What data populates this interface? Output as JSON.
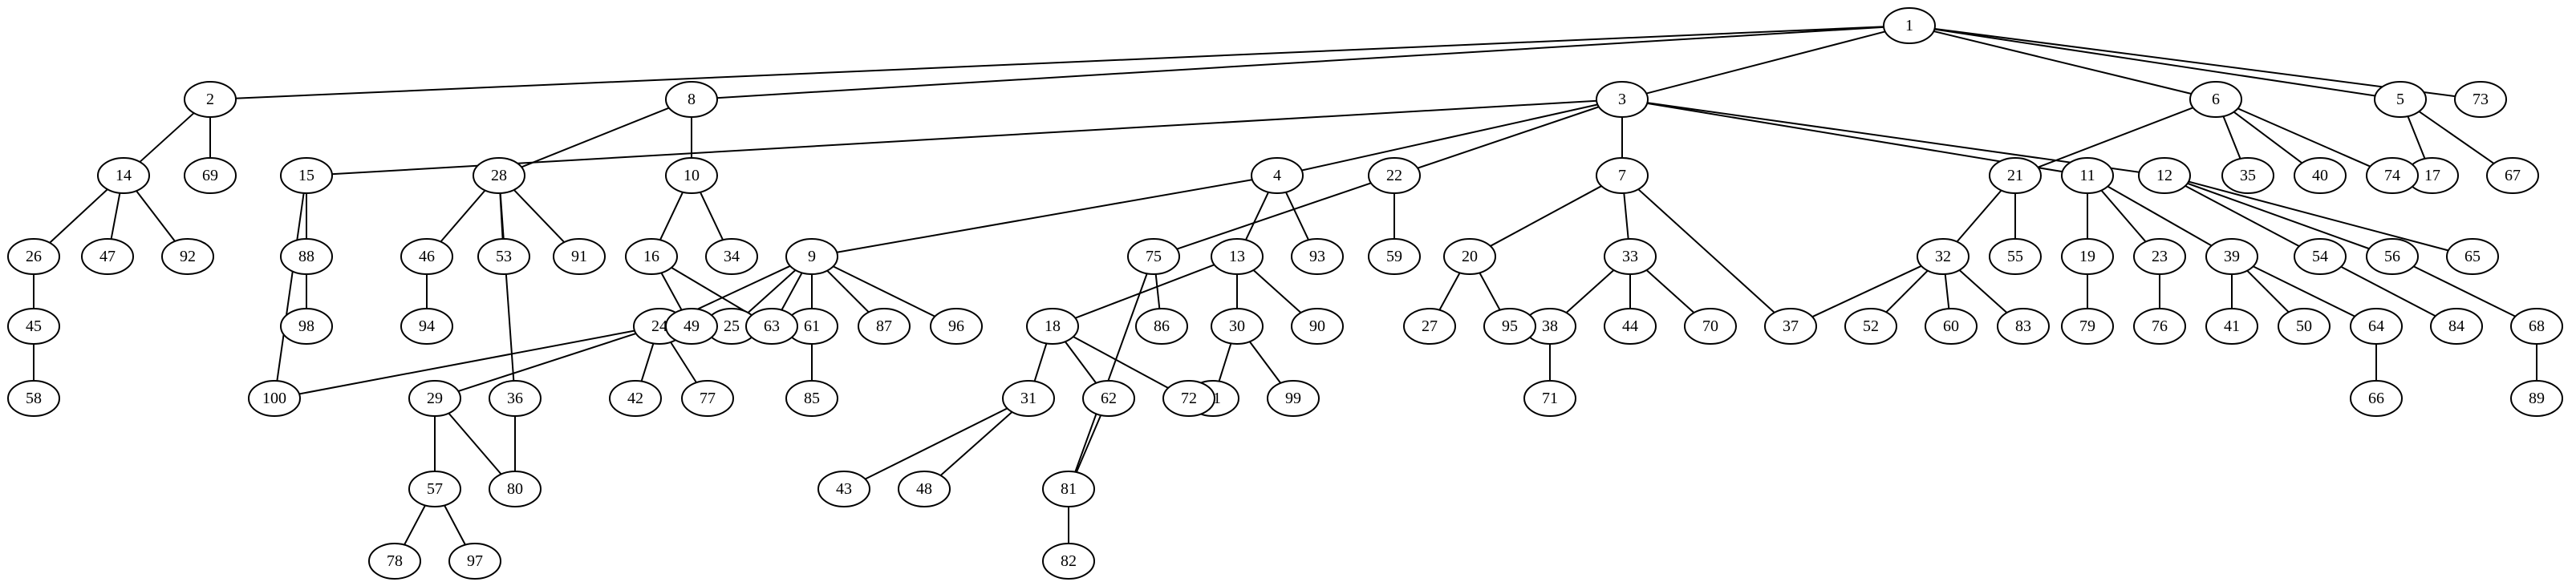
{
  "graph": {
    "nodes": [
      "1",
      "2",
      "3",
      "4",
      "5",
      "6",
      "7",
      "8",
      "9",
      "10",
      "11",
      "12",
      "13",
      "14",
      "15",
      "16",
      "17",
      "18",
      "19",
      "20",
      "21",
      "22",
      "23",
      "24",
      "25",
      "26",
      "27",
      "28",
      "29",
      "30",
      "31",
      "32",
      "33",
      "34",
      "35",
      "36",
      "37",
      "38",
      "39",
      "40",
      "41",
      "42",
      "43",
      "44",
      "45",
      "46",
      "47",
      "48",
      "49",
      "50",
      "51",
      "52",
      "53",
      "54",
      "55",
      "56",
      "57",
      "58",
      "59",
      "60",
      "61",
      "62",
      "63",
      "64",
      "65",
      "66",
      "67",
      "68",
      "69",
      "70",
      "71",
      "72",
      "73",
      "74",
      "75",
      "76",
      "77",
      "78",
      "79",
      "80",
      "81",
      "82",
      "83",
      "84",
      "85",
      "86",
      "87",
      "88",
      "89",
      "90",
      "91",
      "92",
      "93",
      "94",
      "95",
      "96",
      "97",
      "98",
      "99",
      "100"
    ],
    "edges": [
      [
        "1",
        "2"
      ],
      [
        "1",
        "8"
      ],
      [
        "1",
        "3"
      ],
      [
        "1",
        "6"
      ],
      [
        "1",
        "5"
      ],
      [
        "1",
        "73"
      ],
      [
        "2",
        "14"
      ],
      [
        "2",
        "69"
      ],
      [
        "8",
        "28"
      ],
      [
        "8",
        "10"
      ],
      [
        "3",
        "15"
      ],
      [
        "3",
        "4"
      ],
      [
        "3",
        "22"
      ],
      [
        "3",
        "7"
      ],
      [
        "3",
        "11"
      ],
      [
        "3",
        "12"
      ],
      [
        "6",
        "21"
      ],
      [
        "6",
        "35"
      ],
      [
        "6",
        "40"
      ],
      [
        "6",
        "74"
      ],
      [
        "5",
        "17"
      ],
      [
        "5",
        "67"
      ],
      [
        "14",
        "26"
      ],
      [
        "14",
        "47"
      ],
      [
        "14",
        "92"
      ],
      [
        "15",
        "88"
      ],
      [
        "15",
        "100"
      ],
      [
        "28",
        "36"
      ],
      [
        "28",
        "46"
      ],
      [
        "28",
        "53"
      ],
      [
        "28",
        "91"
      ],
      [
        "10",
        "16"
      ],
      [
        "10",
        "34"
      ],
      [
        "4",
        "9"
      ],
      [
        "4",
        "13"
      ],
      [
        "4",
        "93"
      ],
      [
        "22",
        "75"
      ],
      [
        "22",
        "59"
      ],
      [
        "7",
        "20"
      ],
      [
        "7",
        "33"
      ],
      [
        "7",
        "37"
      ],
      [
        "21",
        "32"
      ],
      [
        "21",
        "55"
      ],
      [
        "11",
        "19"
      ],
      [
        "11",
        "23"
      ],
      [
        "11",
        "39"
      ],
      [
        "12",
        "54"
      ],
      [
        "12",
        "56"
      ],
      [
        "12",
        "65"
      ],
      [
        "26",
        "45"
      ],
      [
        "88",
        "98"
      ],
      [
        "46",
        "94"
      ],
      [
        "16",
        "49"
      ],
      [
        "16",
        "63"
      ],
      [
        "9",
        "63"
      ],
      [
        "9",
        "24"
      ],
      [
        "9",
        "25"
      ],
      [
        "9",
        "61"
      ],
      [
        "9",
        "87"
      ],
      [
        "9",
        "96"
      ],
      [
        "75",
        "86"
      ],
      [
        "75",
        "81"
      ],
      [
        "13",
        "18"
      ],
      [
        "13",
        "30"
      ],
      [
        "13",
        "90"
      ],
      [
        "20",
        "27"
      ],
      [
        "20",
        "95"
      ],
      [
        "33",
        "38"
      ],
      [
        "33",
        "44"
      ],
      [
        "33",
        "70"
      ],
      [
        "32",
        "37"
      ],
      [
        "32",
        "52"
      ],
      [
        "32",
        "60"
      ],
      [
        "32",
        "83"
      ],
      [
        "19",
        "79"
      ],
      [
        "23",
        "76"
      ],
      [
        "39",
        "41"
      ],
      [
        "39",
        "50"
      ],
      [
        "39",
        "64"
      ],
      [
        "54",
        "84"
      ],
      [
        "56",
        "68"
      ],
      [
        "45",
        "58"
      ],
      [
        "24",
        "100"
      ],
      [
        "24",
        "29"
      ],
      [
        "24",
        "42"
      ],
      [
        "24",
        "77"
      ],
      [
        "61",
        "85"
      ],
      [
        "18",
        "31"
      ],
      [
        "18",
        "62"
      ],
      [
        "18",
        "72"
      ],
      [
        "30",
        "51"
      ],
      [
        "30",
        "99"
      ],
      [
        "38",
        "71"
      ],
      [
        "64",
        "66"
      ],
      [
        "68",
        "89"
      ],
      [
        "29",
        "57"
      ],
      [
        "29",
        "80"
      ],
      [
        "36",
        "80"
      ],
      [
        "31",
        "43"
      ],
      [
        "31",
        "48"
      ],
      [
        "62",
        "81"
      ],
      [
        "81",
        "82"
      ],
      [
        "57",
        "78"
      ],
      [
        "57",
        "97"
      ]
    ]
  }
}
